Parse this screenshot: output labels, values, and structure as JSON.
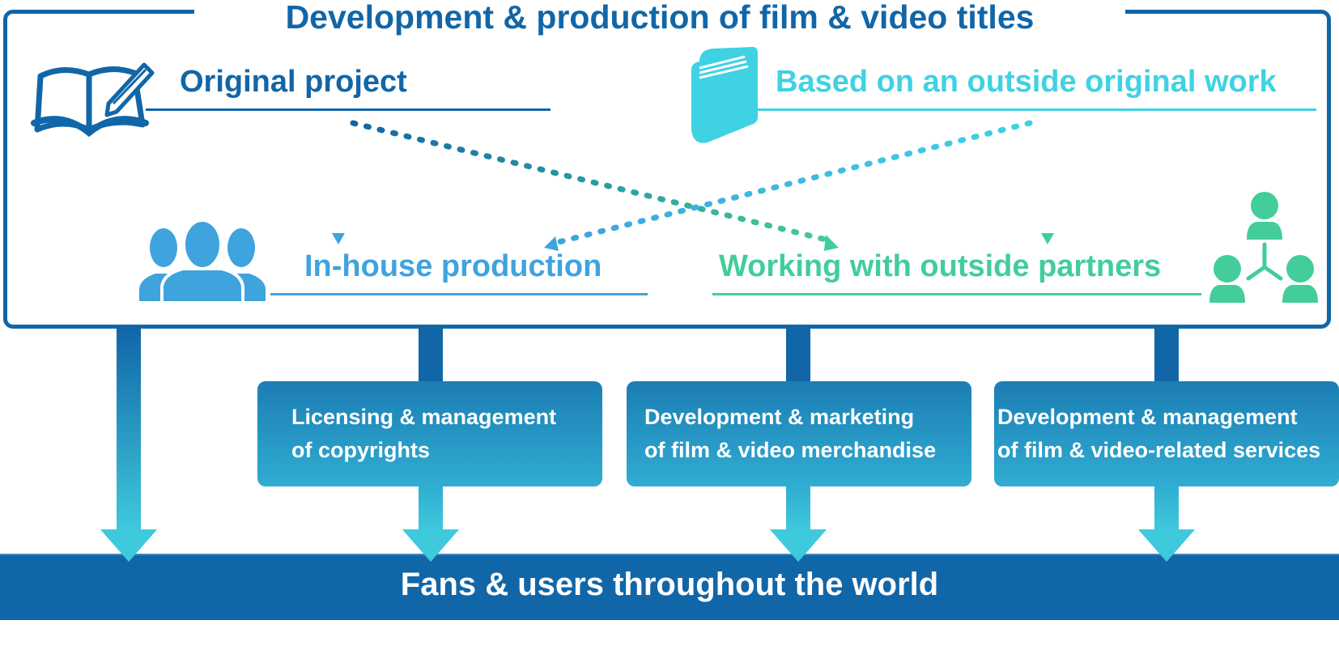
{
  "title": "Development & production of film & video titles",
  "sources": {
    "original": {
      "label": "Original project",
      "icon": "open-book-pencil-icon",
      "color": "#1166a8"
    },
    "outside": {
      "label": "Based on an outside original work",
      "icon": "book-icon",
      "color": "#3fd2e2"
    }
  },
  "production": {
    "inhouse": {
      "label": "In-house production",
      "icon": "people-group-icon",
      "color": "#3fa3de"
    },
    "partners": {
      "label": "Working with outside partners",
      "icon": "network-people-icon",
      "color": "#42cd9a"
    }
  },
  "activities": [
    {
      "line1": "Licensing & management",
      "line2": "of copyrights"
    },
    {
      "line1": "Development & marketing",
      "line2": "of film & video merchandise"
    },
    {
      "line1": "Development & management",
      "line2": "of film & video-related services"
    }
  ],
  "destination": {
    "label": "Fans & users throughout the world",
    "color": "#1166a8"
  },
  "colors": {
    "frame": "#1166a8",
    "box_top": "#1c7db4",
    "box_bottom": "#30add2",
    "arrow": "#3fc9dc"
  }
}
